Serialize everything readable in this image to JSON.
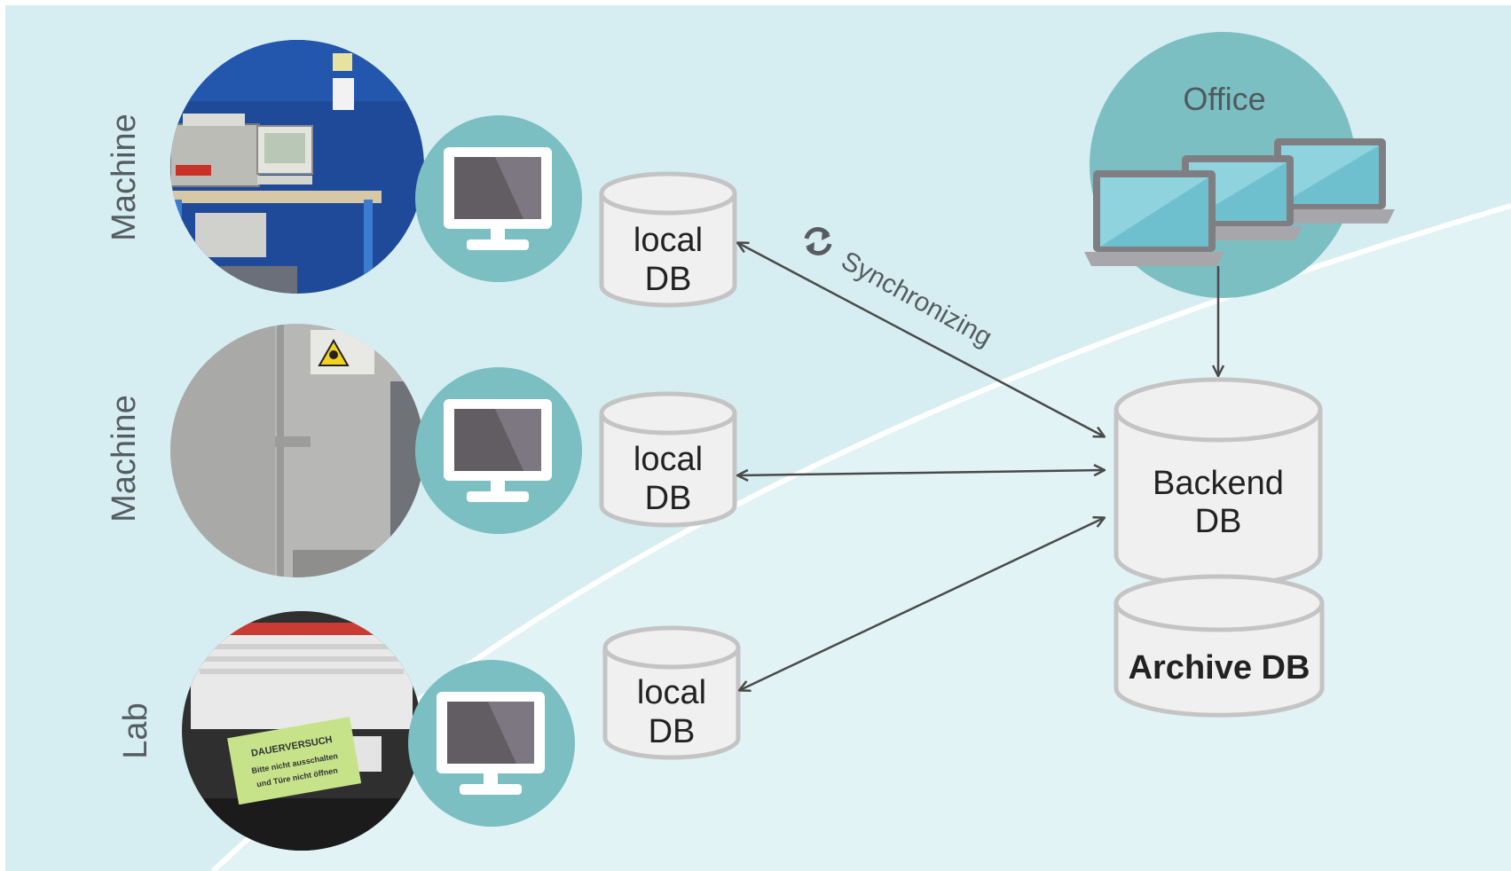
{
  "rows": [
    {
      "label": "Machine",
      "db_line1": "local",
      "db_line2": "DB",
      "photo": "machine-photo-1"
    },
    {
      "label": "Machine",
      "db_line1": "local",
      "db_line2": "DB",
      "photo": "machine-photo-2"
    },
    {
      "label": "Lab",
      "db_line1": "local",
      "db_line2": "DB",
      "photo": "lab-photo"
    }
  ],
  "office": {
    "label": "Office"
  },
  "sync": {
    "label": "Synchronizing",
    "icon": "sync-icon"
  },
  "backend": {
    "line1": "Backend",
    "line2": "DB"
  },
  "archive": {
    "label": "Archive DB"
  },
  "lab_sign": {
    "line1": "DAUERVERSUCH",
    "line2": "Bitte nicht ausschalten",
    "line3": "und Türe nicht öffnen"
  },
  "colors": {
    "background": "#d6eef2",
    "teal_circle": "#7bbfc2",
    "db_fill": "#f0f0f0",
    "db_stroke": "#c4c4c4",
    "arrow": "#4a4a4a",
    "monitor_screen": "#625c63"
  },
  "icons": [
    "monitor-icon",
    "laptop-icon",
    "database-icon",
    "sync-icon"
  ]
}
